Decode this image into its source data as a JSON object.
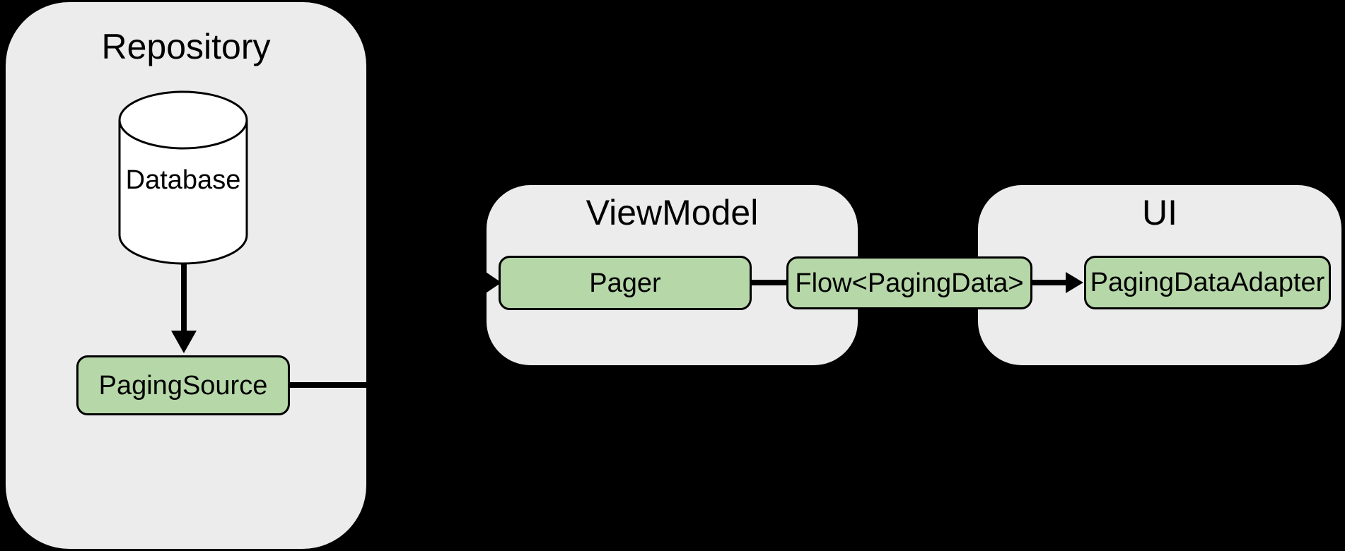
{
  "groups": {
    "repository": {
      "title": "Repository"
    },
    "viewmodel": {
      "title": "ViewModel"
    },
    "ui": {
      "title": "UI"
    }
  },
  "nodes": {
    "database": {
      "label": "Database",
      "shape": "cylinder"
    },
    "paging_source": {
      "label": "PagingSource"
    },
    "pager": {
      "label": "Pager"
    },
    "flow_paging_data": {
      "label": "Flow<PagingData>"
    },
    "paging_data_adapter": {
      "label": "PagingDataAdapter"
    }
  },
  "edges": [
    {
      "from": "database",
      "to": "paging_source",
      "type": "arrow"
    },
    {
      "from": "paging_source",
      "to": "pager",
      "type": "arrow"
    },
    {
      "from": "pager",
      "to": "flow_paging_data",
      "type": "line"
    },
    {
      "from": "flow_paging_data",
      "to": "paging_data_adapter",
      "type": "arrow"
    }
  ],
  "colors": {
    "background": "#000000",
    "group_fill": "#ececec",
    "node_fill": "#b6d7a8",
    "stroke": "#000000",
    "text": "#000000"
  }
}
